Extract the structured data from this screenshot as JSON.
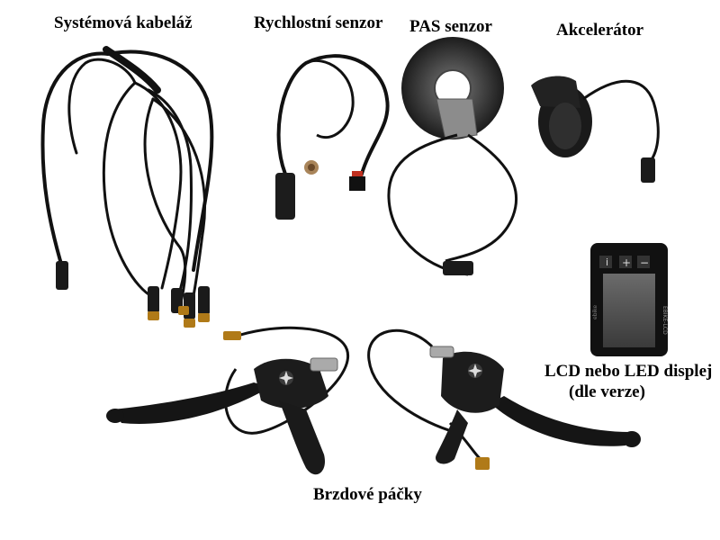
{
  "labels": {
    "harness": "Systémová kabeláž",
    "speed_sensor": "Rychlostní senzor",
    "pas_sensor": "PAS senzor",
    "throttle": "Akcelerátor",
    "display_line1": "LCD nebo LED displej",
    "display_line2": "(dle verze)",
    "brake_levers": "Brzdové páčky"
  },
  "display": {
    "button_minus": "−",
    "button_plus": "+",
    "button_mode": "i",
    "side_text": "EBIKE-LCD",
    "brand_text": "ebike"
  }
}
